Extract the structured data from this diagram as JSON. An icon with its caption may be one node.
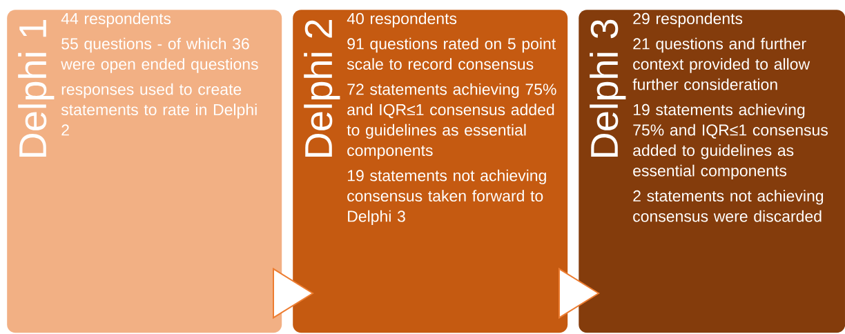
{
  "diagram": {
    "nodes": [
      {
        "text": [
          "Delphi 1",
          "44 respondents",
          "55 questions - of which 36 were open ended questions",
          "responses used to create statements to rate in Delphi 2"
        ]
      },
      {
        "text": [
          "Delphi 2",
          "40 respondents",
          "91 questions rated on 5 point scale to record consensus",
          "72 statements achieving 75% and IQR≤1 consensus added to guidelines as essential components",
          "19 statements not achieving consensus taken forward to Delphi 3"
        ]
      },
      {
        "text": [
          "Delphi 3",
          "29 respondents",
          "21 questions and further context provided to allow further consideration",
          "19 statements achieving 75% and IQR≤1 consensus added to guidelines as essential components",
          "2 statements not achieving consensus were discarded"
        ]
      }
    ],
    "edges": [
      {
        "from": 0,
        "to": 1,
        "arrow": "to"
      },
      {
        "from": 1,
        "to": 2,
        "arrow": "to"
      }
    ]
  }
}
